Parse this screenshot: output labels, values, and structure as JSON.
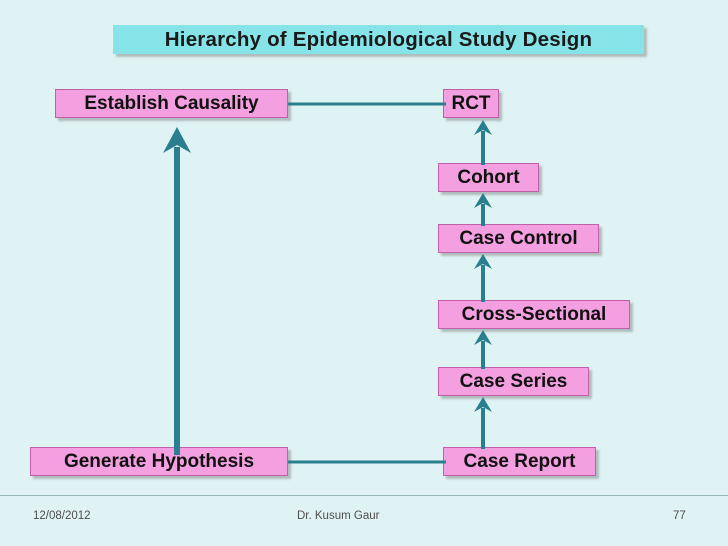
{
  "slide": {
    "title": "Hierarchy of Epidemiological Study Design",
    "background_color": "#dff3f5",
    "title_color": "#86e3e8",
    "node_color": "#f4a0e0",
    "arrow_color": "#2a7f8f"
  },
  "nodes": {
    "establish_causality": "Establish Causality",
    "generate_hypothesis": "Generate Hypothesis",
    "rct": "RCT",
    "cohort": "Cohort",
    "case_control": "Case Control",
    "cross_sectional": "Cross-Sectional",
    "case_series": "Case Series",
    "case_report": "Case Report"
  },
  "footer": {
    "date": "12/08/2012",
    "author": "Dr. Kusum Gaur",
    "page": "77"
  }
}
